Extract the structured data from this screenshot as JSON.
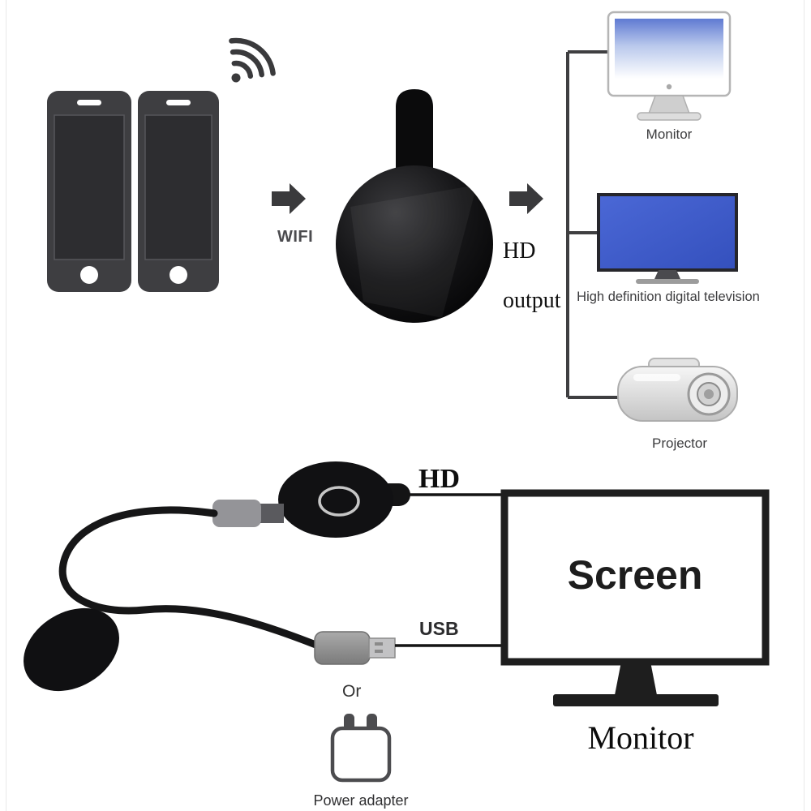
{
  "colors": {
    "device_gray": "#3e3e41",
    "dongle_black": "#0c0c0d",
    "tv_screen_blue": "#3c5ccc",
    "outline_dark": "#1e1e1e"
  },
  "top_flow": {
    "wifi_label": "WIFI",
    "hd_output_line1": "HD",
    "hd_output_line2": "output",
    "outputs": [
      {
        "name": "monitor",
        "label": "Monitor"
      },
      {
        "name": "hd-television",
        "label": "High definition digital television"
      },
      {
        "name": "projector",
        "label": "Projector"
      }
    ]
  },
  "bottom_flow": {
    "hd_label": "HD",
    "usb_label": "USB",
    "or_label": "Or",
    "power_adapter_label": "Power adapter",
    "screen_label": "Screen",
    "monitor_caption": "Monitor"
  },
  "icons": [
    "smartphone-icon",
    "wifi-signal-icon",
    "arrow-right-icon",
    "wifi-display-dongle-icon",
    "monitor-icon",
    "television-icon",
    "projector-icon",
    "dongle-top-view-icon",
    "micro-usb-connector-icon",
    "wifi-antenna-icon",
    "usb-connector-icon",
    "power-adapter-icon",
    "screen-monitor-icon"
  ]
}
